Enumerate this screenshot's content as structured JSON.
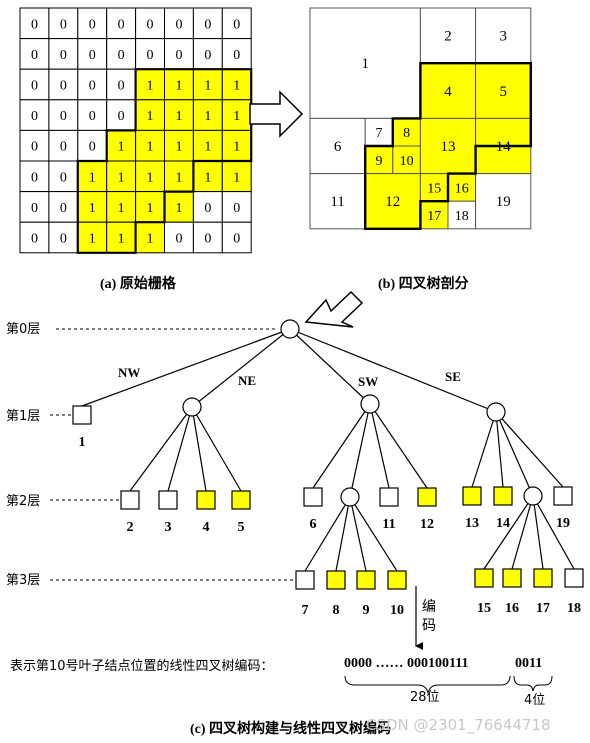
{
  "raster": {
    "rows": [
      [
        "0",
        "0",
        "0",
        "0",
        "0",
        "0",
        "0",
        "0"
      ],
      [
        "0",
        "0",
        "0",
        "0",
        "0",
        "0",
        "0",
        "0"
      ],
      [
        "0",
        "0",
        "0",
        "0",
        "1",
        "1",
        "1",
        "1"
      ],
      [
        "0",
        "0",
        "0",
        "0",
        "1",
        "1",
        "1",
        "1"
      ],
      [
        "0",
        "0",
        "0",
        "1",
        "1",
        "1",
        "1",
        "1"
      ],
      [
        "0",
        "0",
        "1",
        "1",
        "1",
        "1",
        "1",
        "1"
      ],
      [
        "0",
        "0",
        "1",
        "1",
        "1",
        "1",
        "0",
        "0"
      ],
      [
        "0",
        "0",
        "1",
        "1",
        "1",
        "0",
        "0",
        "0"
      ]
    ],
    "caption": "(a)  原始栅格"
  },
  "quadtree": {
    "caption": "(b)  四叉树剖分",
    "blocks": [
      "1",
      "2",
      "3",
      "4",
      "5",
      "6",
      "7",
      "8",
      "9",
      "10",
      "11",
      "12",
      "13",
      "14",
      "15",
      "16",
      "17",
      "18",
      "19"
    ]
  },
  "tree": {
    "levels": [
      "第0层",
      "第1层",
      "第2层",
      "第3层"
    ],
    "directions": [
      "NW",
      "NE",
      "SW",
      "SE"
    ],
    "leaves": [
      "1",
      "2",
      "3",
      "4",
      "5",
      "6",
      "11",
      "12",
      "13",
      "14",
      "19",
      "7",
      "8",
      "9",
      "10",
      "15",
      "16",
      "17",
      "18"
    ],
    "encode_label": "编码",
    "caption": "(c)  四叉树构建与线性四叉树编码"
  },
  "code": {
    "prefix": "表示第10号叶子结点位置的线性四叉树编码：",
    "part1": "0000 …… 000100111",
    "part2": "0011",
    "part1_bits": "28位",
    "part2_bits": "4位"
  },
  "watermark": "CSDN @2301_76644718",
  "colors": {
    "yellow": "#ffff00",
    "line": "#000000"
  }
}
